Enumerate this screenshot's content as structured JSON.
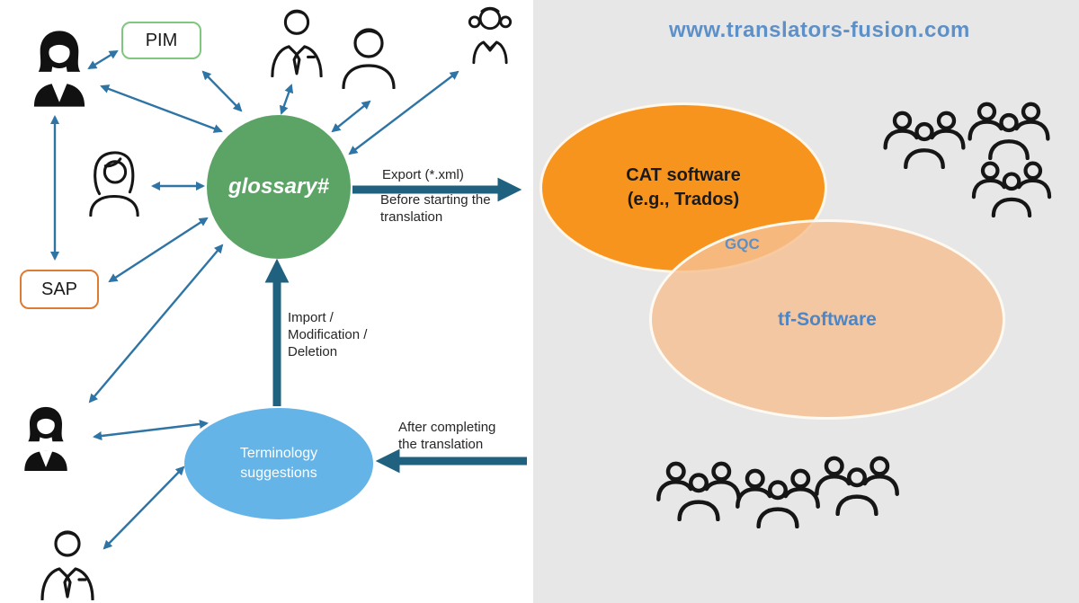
{
  "left": {
    "pim_label": "PIM",
    "sap_label": "SAP",
    "glossary_label": "glossary#",
    "terminology_label": "Terminology\nsuggestions",
    "export_label": "Export (*.xml)",
    "before_label": "Before starting the\ntranslation",
    "import_label": "Import /\nModification /\nDeletion",
    "after_label": "After completing\nthe translation"
  },
  "right": {
    "website": "www.translators-fusion.com",
    "cat_label": "CAT software\n(e.g., Trados)",
    "gqc_label": "GQC",
    "tf_label": "tf-Software"
  },
  "icons": [
    "businesswoman-filled-icon",
    "pim-box",
    "man-with-tie-icon",
    "person-icon",
    "girl-pigtails-icon",
    "woman-outline-icon",
    "sap-box",
    "businesswoman-filled-icon",
    "man-with-tie-icon",
    "people-group-icon x3 top-right",
    "people-group-icon x3 bottom-right"
  ],
  "colors": {
    "glossary_circle": "#5ca466",
    "terminology_ellipse": "#64b4e8",
    "cat_ellipse": "#f7941e",
    "tf_ellipse": "#f5c091",
    "thin_arrow": "#2e74a4",
    "thick_arrow": "#1f617f",
    "title_blue": "#5e90c8",
    "pim_border": "#7fc67e",
    "sap_border": "#dd7b33",
    "right_panel_bg": "#e7e7e7"
  }
}
